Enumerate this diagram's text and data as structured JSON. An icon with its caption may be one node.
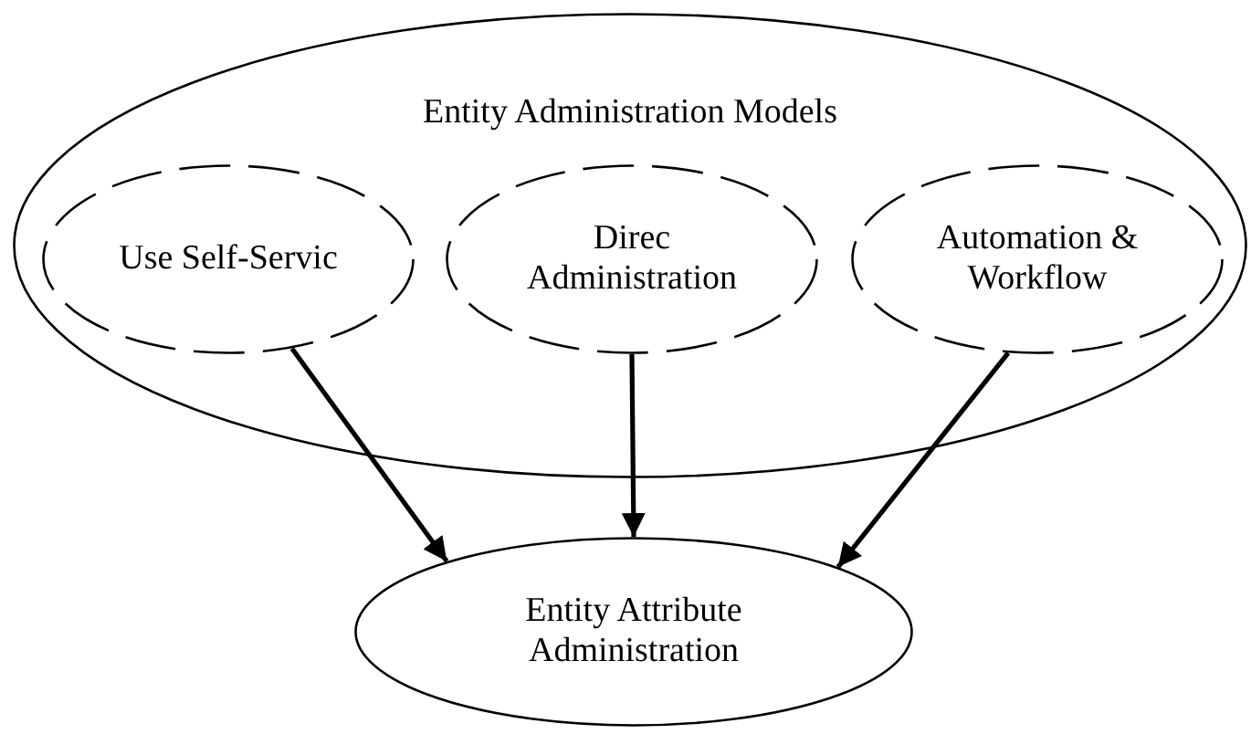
{
  "diagram": {
    "nodes": [
      {
        "text": [
          "Entity Administration Models"
        ]
      },
      {
        "text": [
          "Use Self-Servic"
        ],
        "in": 0
      },
      {
        "text": [
          "Direc Administration"
        ],
        "in": 0
      },
      {
        "text": [
          "Automation & Workflow"
        ],
        "in": 0
      },
      {
        "text": [
          "Entity Attribute Administration"
        ]
      }
    ],
    "edges": [
      {
        "from": 1,
        "to": 4,
        "arrow": "to"
      },
      {
        "from": 2,
        "to": 4,
        "arrow": "to"
      },
      {
        "from": 3,
        "to": 4,
        "arrow": "to"
      }
    ]
  }
}
